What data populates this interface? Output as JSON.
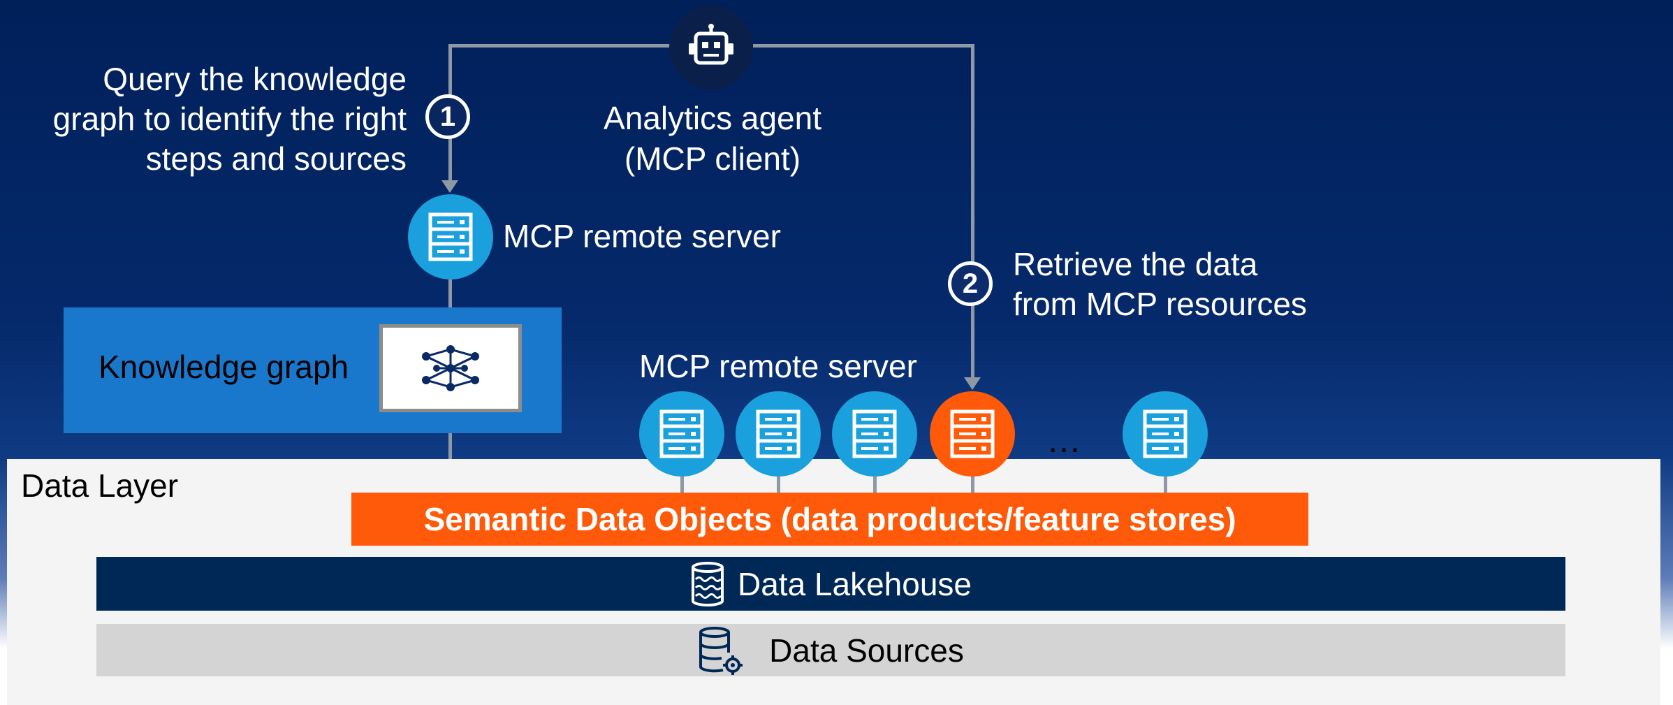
{
  "agent": {
    "title_line1": "Analytics agent",
    "title_line2": "(MCP client)",
    "icon": "robot-icon"
  },
  "step1": {
    "number": "1",
    "line1": "Query the knowledge",
    "line2": "graph to identify the right",
    "line3": "steps and sources"
  },
  "step2": {
    "number": "2",
    "line1": "Retrieve the data",
    "line2": "from MCP resources"
  },
  "kg_server": {
    "label": "MCP remote server",
    "icon": "server-icon"
  },
  "knowledge_graph": {
    "label": "Knowledge graph",
    "icon": "network-graph-icon"
  },
  "resource_servers": {
    "label": "MCP remote server",
    "ellipsis": "…",
    "servers": [
      {
        "state": "default"
      },
      {
        "state": "default"
      },
      {
        "state": "default"
      },
      {
        "state": "selected"
      },
      {
        "state": "default"
      }
    ]
  },
  "data_layer": {
    "label": "Data Layer",
    "semantic": "Semantic Data Objects (data products/feature stores)",
    "lakehouse": "Data Lakehouse",
    "sources": "Data Sources"
  },
  "colors": {
    "background_top": "#00205a",
    "server_blue": "#1aa0dc",
    "server_orange": "#ff5a0a",
    "kg_panel": "#1a78cc",
    "semantic_bar": "#ff5a0a",
    "lakehouse_bar": "#002856",
    "sources_bar": "#d4d4d4",
    "connector": "#8f99a6"
  }
}
